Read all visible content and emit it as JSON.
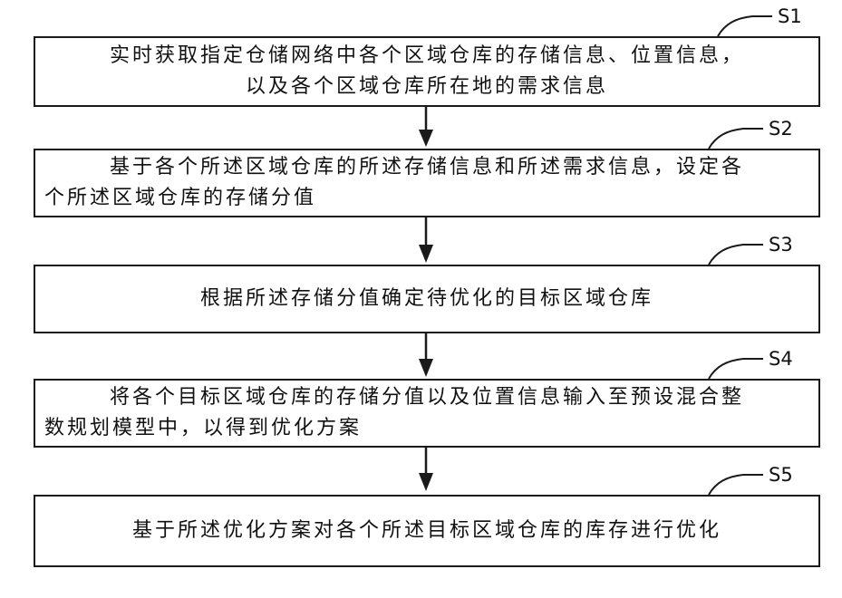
{
  "steps": [
    {
      "id": "S1",
      "lines": [
        "实时获取指定仓储网络中各个区域仓库的存储信息、位置信息，",
        "以及各个区域仓库所在地的需求信息"
      ]
    },
    {
      "id": "S2",
      "lines": [
        "基于各个所述区域仓库的所述存储信息和所述需求信息，设定各",
        "个所述区域仓库的存储分值"
      ]
    },
    {
      "id": "S3",
      "lines": [
        "根据所述存储分值确定待优化的目标区域仓库"
      ]
    },
    {
      "id": "S4",
      "lines": [
        "将各个目标区域仓库的存储分值以及位置信息输入至预设混合整",
        "数规划模型中，以得到优化方案"
      ]
    },
    {
      "id": "S5",
      "lines": [
        "基于所述优化方案对各个所述目标区域仓库的库存进行优化"
      ]
    }
  ],
  "colors": {
    "stroke": "#1a1a1a",
    "text": "#111111",
    "background": "#ffffff"
  }
}
